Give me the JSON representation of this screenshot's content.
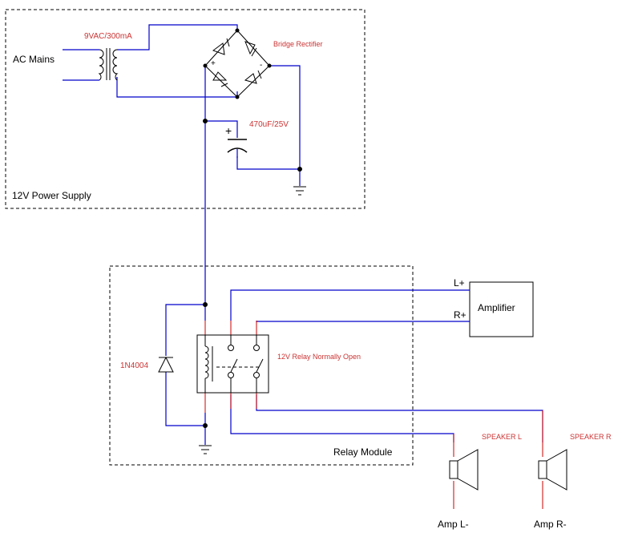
{
  "boxes": {
    "power_supply": "12V Power Supply",
    "relay_module": "Relay Module",
    "amplifier": "Amplifier"
  },
  "labels": {
    "ac_mains": "AC Mains",
    "transformer": "9VAC/300mA",
    "bridge": "Bridge Rectifier",
    "capacitor": "470uF/25V",
    "diode": "1N4004",
    "relay": "12V Relay Normally Open",
    "amp_l_plus": "L+",
    "amp_r_plus": "R+",
    "speaker_l": "SPEAKER L",
    "speaker_r": "SPEAKER R",
    "amp_l_minus": "Amp L-",
    "amp_r_minus": "Amp R-",
    "plus": "+",
    "minus": "-",
    "cap_plus": "+"
  },
  "colors": {
    "wire": "#0000cc",
    "component": "#000000",
    "annotation": "#cc3333",
    "lead": "#cc0000"
  }
}
